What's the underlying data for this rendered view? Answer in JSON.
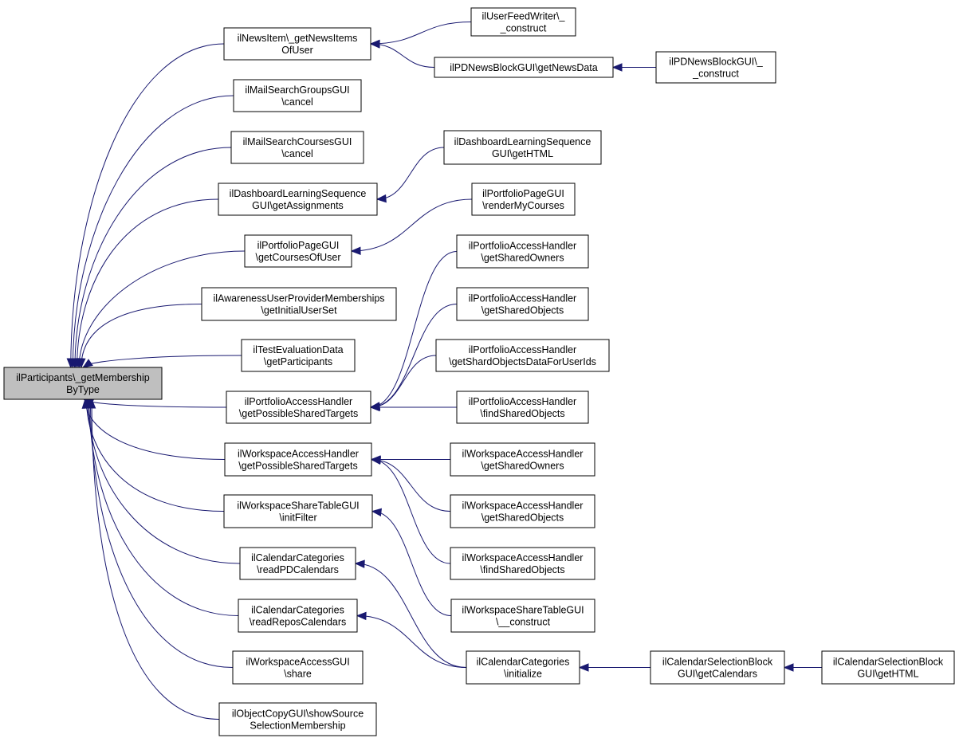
{
  "colors": {
    "focus_fill": "#bfbfbf",
    "node_fill": "#ffffff",
    "edge": "#191970",
    "text": "#000000"
  },
  "nodes": {
    "root": [
      "ilParticipants\\_getMembership",
      "ByType"
    ],
    "news_items": [
      "ilNewsItem\\_getNewsItems",
      "OfUser"
    ],
    "mail_groups": [
      "ilMailSearchGroupsGUI",
      "\\cancel"
    ],
    "mail_courses": [
      "ilMailSearchCoursesGUI",
      "\\cancel"
    ],
    "dash_assign": [
      "ilDashboardLearningSequence",
      "GUI\\getAssignments"
    ],
    "portfolio_courses": [
      "ilPortfolioPageGUI",
      "\\getCoursesOfUser"
    ],
    "awareness": [
      "ilAwarenessUserProviderMemberships",
      "\\getInitialUserSet"
    ],
    "test_eval": [
      "ilTestEvaluationData",
      "\\getParticipants"
    ],
    "pah_targets": [
      "ilPortfolioAccessHandler",
      "\\getPossibleSharedTargets"
    ],
    "wah_targets": [
      "ilWorkspaceAccessHandler",
      "\\getPossibleSharedTargets"
    ],
    "wst_init": [
      "ilWorkspaceShareTableGUI",
      "\\initFilter"
    ],
    "cal_pd": [
      "ilCalendarCategories",
      "\\readPDCalendars"
    ],
    "cal_repos": [
      "ilCalendarCategories",
      "\\readReposCalendars"
    ],
    "wag_share": [
      "ilWorkspaceAccessGUI",
      "\\share"
    ],
    "objcopy": [
      "ilObjectCopyGUI\\showSource",
      "SelectionMembership"
    ],
    "feedwriter": [
      "ilUserFeedWriter\\_",
      "_construct"
    ],
    "pdnews_data": [
      "ilPDNewsBlockGUI\\getNewsData"
    ],
    "pdnews_construct": [
      "ilPDNewsBlockGUI\\_",
      "_construct"
    ],
    "dash_html": [
      "ilDashboardLearningSequence",
      "GUI\\getHTML"
    ],
    "portfolio_render": [
      "ilPortfolioPageGUI",
      "\\renderMyCourses"
    ],
    "pah_owners": [
      "ilPortfolioAccessHandler",
      "\\getSharedOwners"
    ],
    "pah_objects": [
      "ilPortfolioAccessHandler",
      "\\getSharedObjects"
    ],
    "pah_userids": [
      "ilPortfolioAccessHandler",
      "\\getShardObjectsDataForUserIds"
    ],
    "pah_find": [
      "ilPortfolioAccessHandler",
      "\\findSharedObjects"
    ],
    "wah_owners": [
      "ilWorkspaceAccessHandler",
      "\\getSharedOwners"
    ],
    "wah_objects": [
      "ilWorkspaceAccessHandler",
      "\\getSharedObjects"
    ],
    "wah_find": [
      "ilWorkspaceAccessHandler",
      "\\findSharedObjects"
    ],
    "wst_construct": [
      "ilWorkspaceShareTableGUI",
      "\\__construct"
    ],
    "cal_init": [
      "ilCalendarCategories",
      "\\initialize"
    ],
    "calsel_get": [
      "ilCalendarSelectionBlock",
      "GUI\\getCalendars"
    ],
    "calsel_html": [
      "ilCalendarSelectionBlock",
      "GUI\\getHTML"
    ]
  },
  "edges": [
    [
      "news_items",
      "root"
    ],
    [
      "mail_groups",
      "root"
    ],
    [
      "mail_courses",
      "root"
    ],
    [
      "dash_assign",
      "root"
    ],
    [
      "portfolio_courses",
      "root"
    ],
    [
      "awareness",
      "root"
    ],
    [
      "test_eval",
      "root"
    ],
    [
      "pah_targets",
      "root"
    ],
    [
      "wah_targets",
      "root"
    ],
    [
      "wst_init",
      "root"
    ],
    [
      "cal_pd",
      "root"
    ],
    [
      "cal_repos",
      "root"
    ],
    [
      "wag_share",
      "root"
    ],
    [
      "objcopy",
      "root"
    ],
    [
      "feedwriter",
      "news_items"
    ],
    [
      "pdnews_data",
      "news_items"
    ],
    [
      "pdnews_construct",
      "pdnews_data"
    ],
    [
      "dash_html",
      "dash_assign"
    ],
    [
      "portfolio_render",
      "portfolio_courses"
    ],
    [
      "pah_owners",
      "pah_targets"
    ],
    [
      "pah_objects",
      "pah_targets"
    ],
    [
      "pah_userids",
      "pah_targets"
    ],
    [
      "pah_find",
      "pah_targets"
    ],
    [
      "wah_owners",
      "wah_targets"
    ],
    [
      "wah_objects",
      "wah_targets"
    ],
    [
      "wah_find",
      "wah_targets"
    ],
    [
      "wst_construct",
      "wst_init"
    ],
    [
      "cal_init",
      "cal_pd"
    ],
    [
      "cal_init",
      "cal_repos"
    ],
    [
      "calsel_get",
      "cal_init"
    ],
    [
      "calsel_html",
      "calsel_get"
    ]
  ]
}
